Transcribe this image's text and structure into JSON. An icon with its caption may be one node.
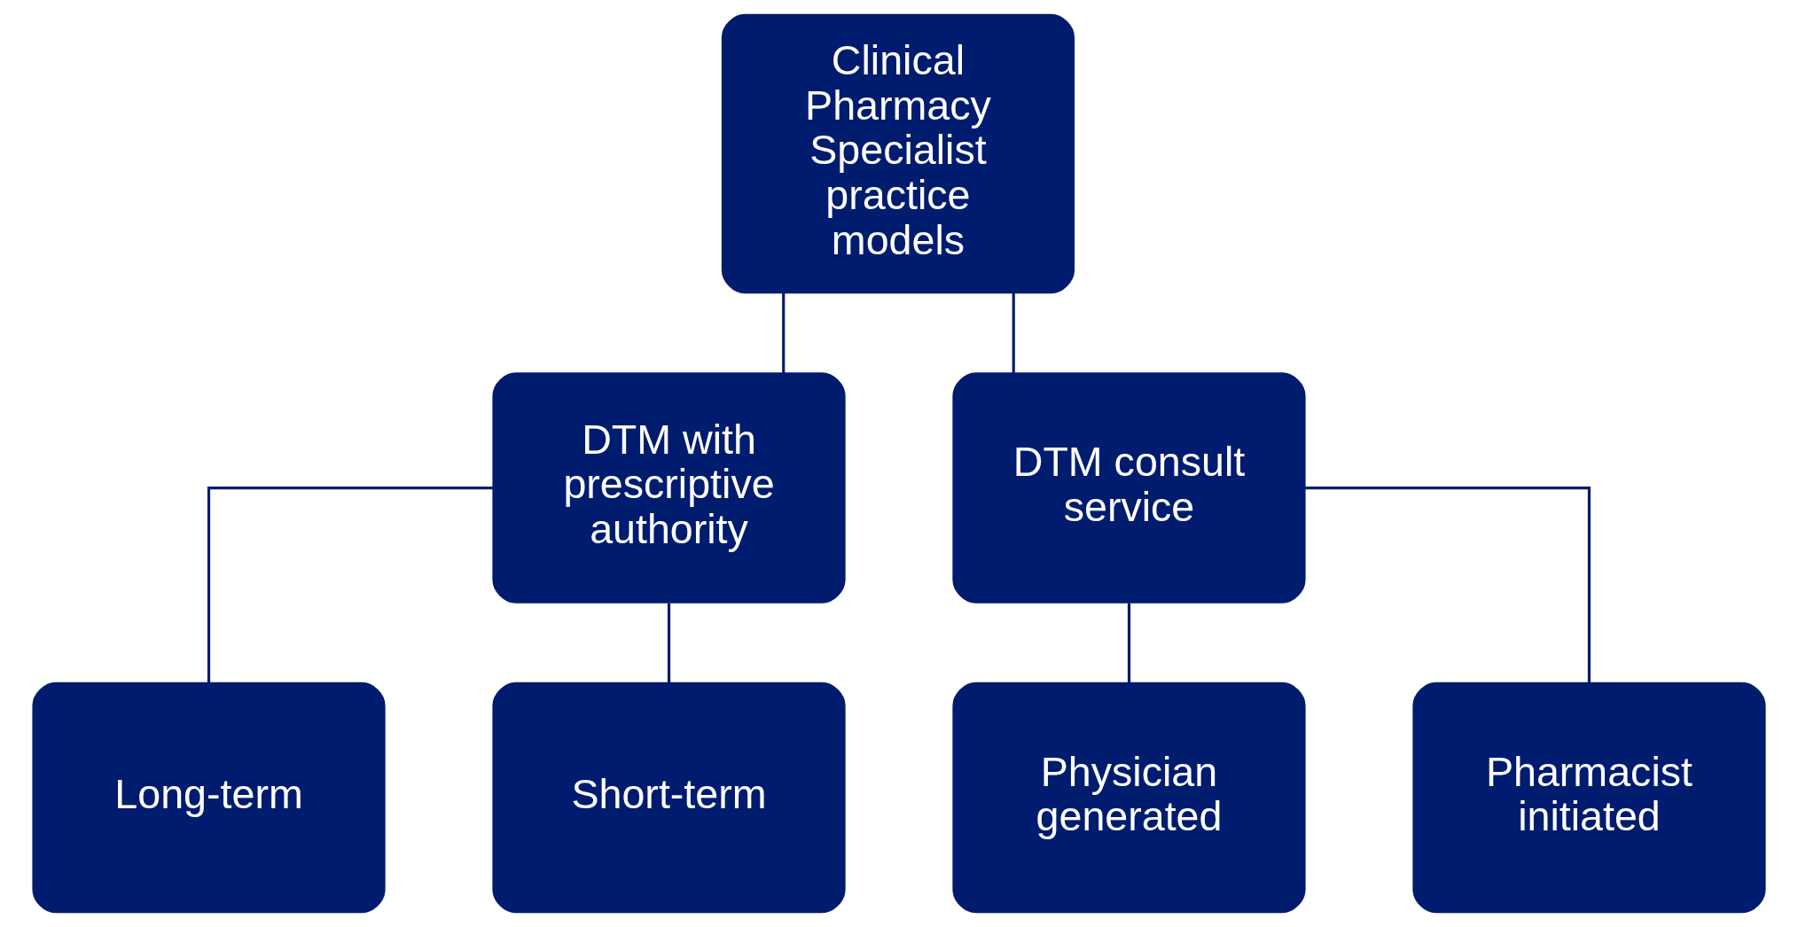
{
  "diagram": {
    "nodes": [
      {
        "text": [
          "Clinical Pharmacy Specialist practice models"
        ]
      },
      {
        "text": [
          "DTM with prescriptive authority"
        ]
      },
      {
        "text": [
          "DTM consult service"
        ]
      },
      {
        "text": [
          "Long-term"
        ]
      },
      {
        "text": [
          "Short-term"
        ]
      },
      {
        "text": [
          "Physician generated"
        ]
      },
      {
        "text": [
          "Pharmacist initiated"
        ]
      }
    ],
    "edges": [
      {
        "from": 0,
        "to": 1,
        "arrow": "none"
      },
      {
        "from": 0,
        "to": 2,
        "arrow": "none"
      },
      {
        "from": 1,
        "to": 3,
        "arrow": "none"
      },
      {
        "from": 1,
        "to": 4,
        "arrow": "none"
      },
      {
        "from": 2,
        "to": 5,
        "arrow": "none"
      },
      {
        "from": 2,
        "to": 6,
        "arrow": "none"
      }
    ]
  }
}
